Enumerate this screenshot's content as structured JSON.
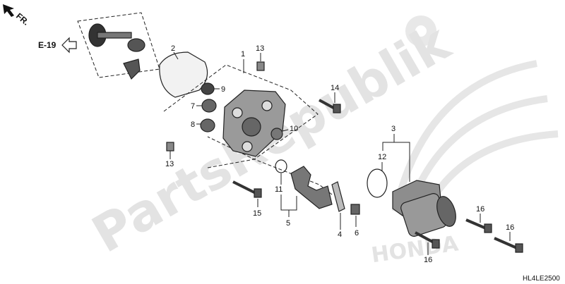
{
  "watermark": {
    "text": "PartsRepublik"
  },
  "brand_watermark": {
    "text": "HONDA"
  },
  "direction": {
    "text": "FR."
  },
  "reference": {
    "text": "E-19"
  },
  "diagram_code": {
    "text": "HL4LE2500"
  },
  "labels": {
    "p1": "1",
    "p2": "2",
    "p3": "3",
    "p4": "4",
    "p5": "5",
    "p6": "6",
    "p7": "7",
    "p8": "8",
    "p9": "9",
    "p10": "10",
    "p11": "11",
    "p12": "12",
    "p13a": "13",
    "p13b": "13",
    "p14": "14",
    "p15": "15",
    "p16a": "16",
    "p16b": "16",
    "p16c": "16"
  },
  "icons": {
    "settings": "gear-icon",
    "direction": "arrow-icon"
  }
}
